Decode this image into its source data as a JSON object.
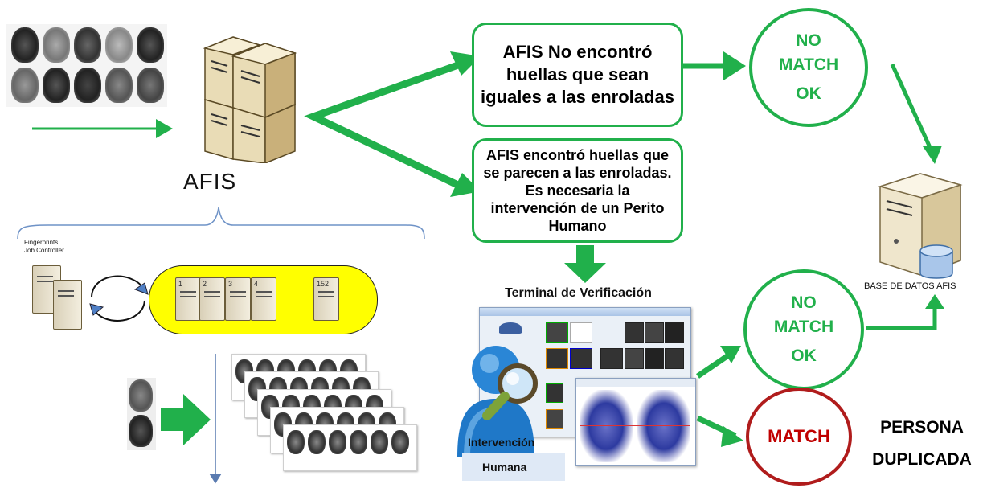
{
  "afis": {
    "label": "AFIS"
  },
  "no_match_box": {
    "lines": [
      "AFIS No encontró",
      "huellas que sean",
      "iguales a las enroladas"
    ]
  },
  "similar_box": {
    "lines": [
      "AFIS encontró huellas que",
      "se parecen a las enroladas.",
      "Es necesaria la",
      "intervención de un Perito",
      "Humano"
    ]
  },
  "no_match_circle_top": {
    "lines": [
      "NO",
      "MATCH",
      "OK"
    ]
  },
  "no_match_circle_bottom": {
    "lines": [
      "NO",
      "MATCH",
      "OK"
    ]
  },
  "match_circle": {
    "label": "MATCH"
  },
  "persona_duplicada": {
    "lines": [
      "PERSONA",
      "DUPLICADA"
    ]
  },
  "database": {
    "label": "BASE DE DATOS AFIS"
  },
  "terminal": {
    "label": "Terminal de Verificación"
  },
  "human": {
    "line1": "Intervención",
    "line2": "Humana"
  },
  "job_controller": {
    "line1": "Fingerprints",
    "line2": "Job Controller"
  },
  "cluster_nodes": [
    "1",
    "2",
    "3",
    "4",
    "152"
  ],
  "colors": {
    "green": "#21b04b",
    "red": "#b01c1c",
    "yellow": "#ffff00",
    "blue": "#3b6fb6"
  }
}
